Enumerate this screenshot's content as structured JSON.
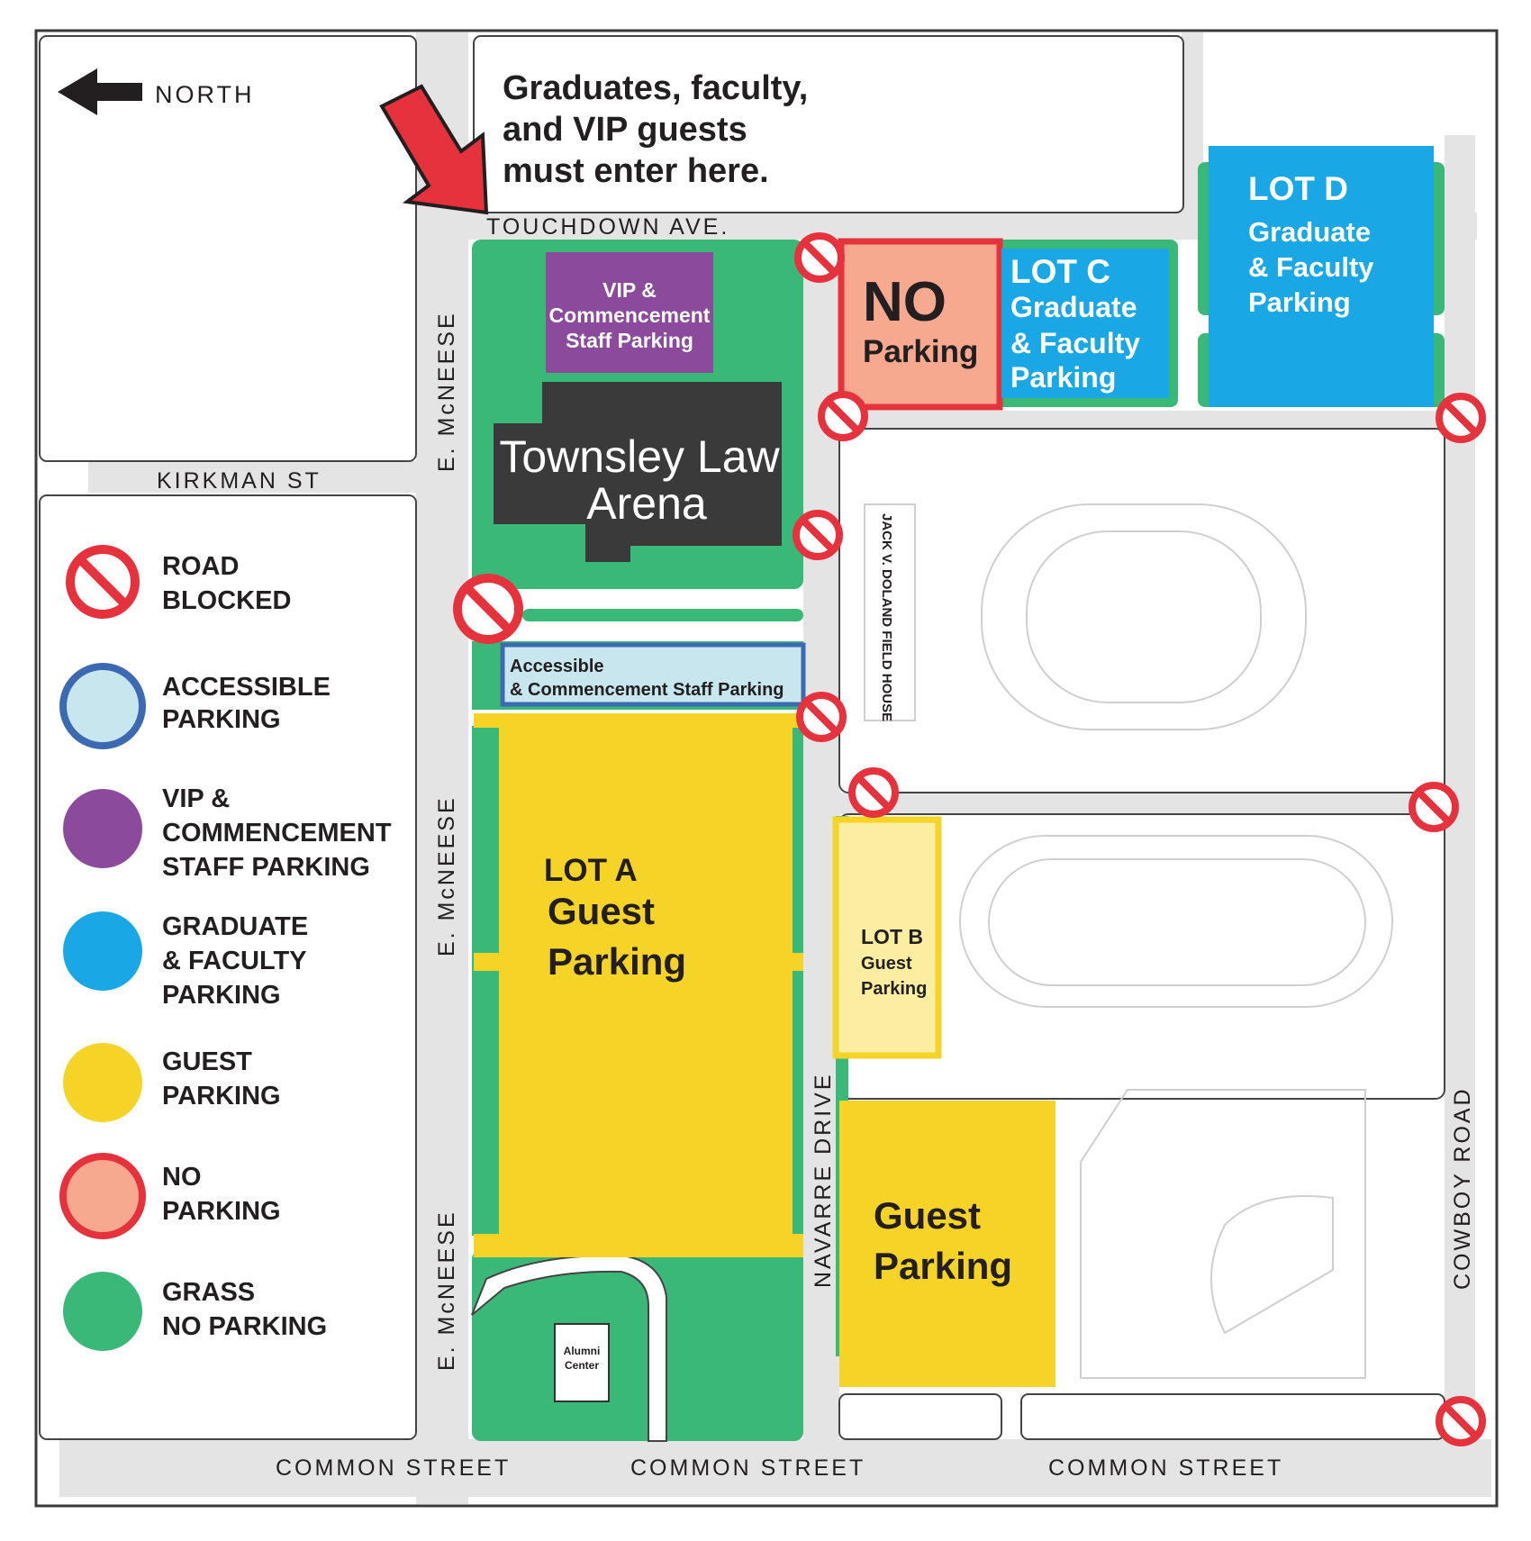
{
  "north": {
    "label": "NORTH"
  },
  "entry_note": {
    "lines": [
      "Graduates, faculty,",
      "and VIP guests",
      "must enter here."
    ]
  },
  "streets": {
    "touchdown": "TOUCHDOWN AVE.",
    "kirkman": "KIRKMAN ST",
    "mcneese": "E. McNEESE",
    "common": "COMMON STREET",
    "navarre": "NAVARRE DRIVE",
    "cowboy": "COWBOY ROAD",
    "field_house": "JACK V. DOLAND FIELD HOUSE"
  },
  "places": {
    "arena": [
      "Townsley Law",
      "Arena"
    ],
    "alumni": [
      "Alumni",
      "Center"
    ]
  },
  "lots": {
    "vip": [
      "VIP &",
      "Commencement",
      "Staff Parking"
    ],
    "no_parking": {
      "big": "NO",
      "small": "Parking"
    },
    "lot_c": {
      "title": "LOT C",
      "lines": [
        "Graduate",
        "& Faculty",
        "Parking"
      ]
    },
    "lot_d": {
      "title": "LOT D",
      "lines": [
        "Graduate",
        "& Faculty",
        "Parking"
      ]
    },
    "accessible": [
      "Accessible",
      "& Commencement Staff Parking"
    ],
    "lot_a": {
      "title": "LOT A",
      "lines": [
        "Guest",
        "Parking"
      ]
    },
    "lot_b": {
      "title": "LOT B",
      "lines": [
        "Guest",
        "Parking"
      ]
    },
    "guest": [
      "Guest",
      "Parking"
    ]
  },
  "legend": [
    {
      "key": "road-blocked",
      "lines": [
        "ROAD",
        "BLOCKED"
      ]
    },
    {
      "key": "accessible-parking",
      "lines": [
        "ACCESSIBLE",
        "PARKING"
      ]
    },
    {
      "key": "vip-parking",
      "lines": [
        "VIP &",
        "COMMENCEMENT",
        "STAFF PARKING"
      ]
    },
    {
      "key": "graduate-faculty-parking",
      "lines": [
        "GRADUATE",
        "& FACULTY",
        "PARKING"
      ]
    },
    {
      "key": "guest-parking",
      "lines": [
        "GUEST",
        "PARKING"
      ]
    },
    {
      "key": "no-parking",
      "lines": [
        "NO",
        "PARKING"
      ]
    },
    {
      "key": "grass-no-parking",
      "lines": [
        "GRASS",
        "NO PARKING"
      ]
    }
  ],
  "colors": {
    "grass": "#3ab878",
    "guest": "#f5d327",
    "lot_b_fill": "#fbeea0",
    "graduate": "#1aa7e6",
    "vip": "#8b4a9c",
    "accessible_fill": "#c8e6ee",
    "accessible_border": "#3b6ab3",
    "no_parking_fill": "#f6a98e",
    "no_parking_border": "#e6323c",
    "blocked": "#e6323c",
    "road": "#e4e4e4",
    "arena": "#3a3a3a",
    "arrow": "#e6323c"
  },
  "icons": {
    "north_arrow": "arrow-left-icon",
    "entry_arrow": "arrow-down-right-icon",
    "blocked": "no-entry-icon"
  }
}
